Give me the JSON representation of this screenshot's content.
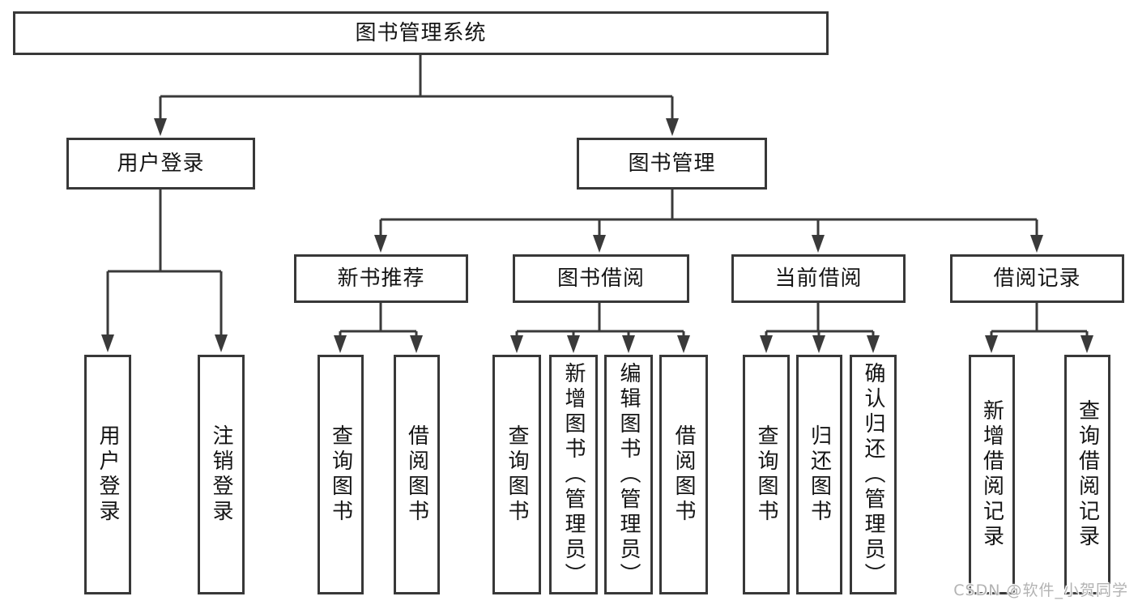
{
  "diagram": {
    "root": {
      "label": "图书管理系统"
    },
    "branches": [
      {
        "id": "user-login",
        "label": "用户登录",
        "leaves": [
          "用户登录",
          "注销登录"
        ]
      },
      {
        "id": "book-management",
        "label": "图书管理",
        "groups": [
          {
            "id": "new-book-recommendation",
            "label": "新书推荐",
            "leaves": [
              "查询图书",
              "借阅图书"
            ]
          },
          {
            "id": "book-borrowing",
            "label": "图书借阅",
            "leaves": [
              "查询图书",
              "新增图书（管理员）",
              "编辑图书（管理员）",
              "借阅图书"
            ]
          },
          {
            "id": "current-borrowing",
            "label": "当前借阅",
            "leaves": [
              "查询图书",
              "归还图书",
              "确认归还（管理员）"
            ]
          },
          {
            "id": "borrowing-records",
            "label": "借阅记录",
            "leaves": [
              "新增借阅记录",
              "查询借阅记录"
            ]
          }
        ]
      }
    ]
  },
  "watermark": "CSDN @软件_小贺同学",
  "colors": {
    "line": "#3a3a3a",
    "box_border": "#383838",
    "text": "#141414",
    "watermark": "#b3b3b3",
    "background": "#ffffff"
  }
}
